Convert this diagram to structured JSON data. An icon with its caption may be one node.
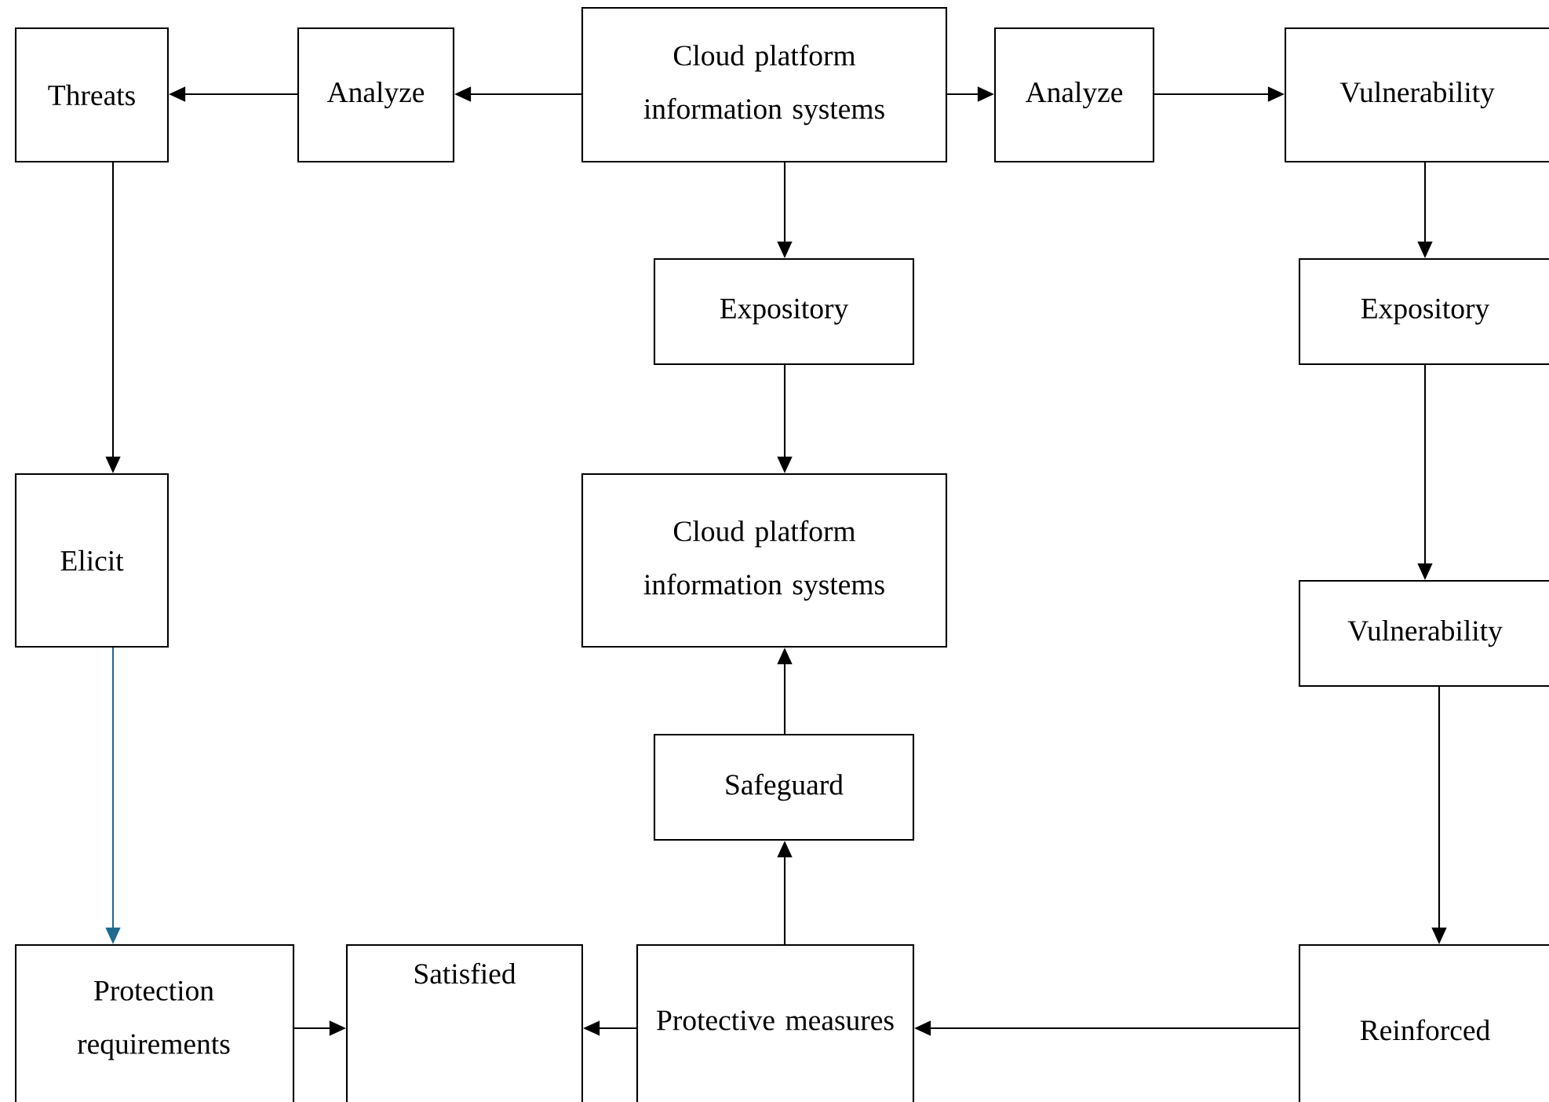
{
  "diagram": {
    "nodes": [
      {
        "text": [
          "Threats"
        ]
      },
      {
        "text": [
          "Analyze"
        ]
      },
      {
        "text": [
          "Cloud platform information systems"
        ]
      },
      {
        "text": [
          "Analyze"
        ]
      },
      {
        "text": [
          "Vulnerability"
        ]
      },
      {
        "text": [
          "Expository"
        ]
      },
      {
        "text": [
          "Expository"
        ]
      },
      {
        "text": [
          "Elicit"
        ]
      },
      {
        "text": [
          "Cloud platform information systems"
        ]
      },
      {
        "text": [
          "Vulnerability"
        ]
      },
      {
        "text": [
          "Safeguard"
        ]
      },
      {
        "text": [
          "Protection requirements"
        ]
      },
      {
        "text": [
          "Satisfied"
        ]
      },
      {
        "text": [
          "Protective measures"
        ]
      },
      {
        "text": [
          "Reinforced"
        ]
      }
    ],
    "edges": [
      {
        "from": 2,
        "to": 1,
        "arrow": "to"
      },
      {
        "from": 1,
        "to": 0,
        "arrow": "to"
      },
      {
        "from": 2,
        "to": 3,
        "arrow": "to"
      },
      {
        "from": 3,
        "to": 4,
        "arrow": "to"
      },
      {
        "from": 2,
        "to": 5,
        "arrow": "to"
      },
      {
        "from": 5,
        "to": 8,
        "arrow": "to"
      },
      {
        "from": 4,
        "to": 6,
        "arrow": "to"
      },
      {
        "from": 6,
        "to": 9,
        "arrow": "to"
      },
      {
        "from": 0,
        "to": 7,
        "arrow": "to"
      },
      {
        "from": 7,
        "to": 11,
        "arrow": "to",
        "color": "#1f6a8e"
      },
      {
        "from": 9,
        "to": 14,
        "arrow": "to"
      },
      {
        "from": 14,
        "to": 13,
        "arrow": "to"
      },
      {
        "from": 13,
        "to": 12,
        "arrow": "to"
      },
      {
        "from": 11,
        "to": 12,
        "arrow": "to"
      },
      {
        "from": 13,
        "to": 10,
        "arrow": "to"
      },
      {
        "from": 10,
        "to": 8,
        "arrow": "to"
      }
    ]
  }
}
